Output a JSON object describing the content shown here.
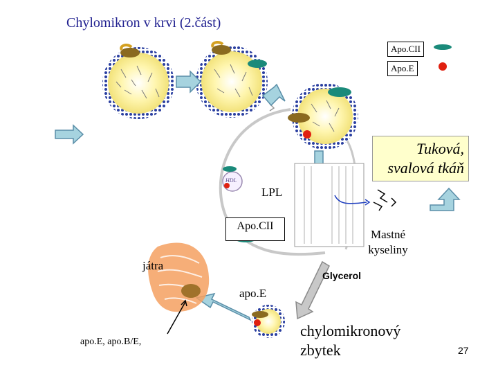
{
  "title": "Chylomikron v krvi (2.část)",
  "legend": {
    "apocii": "Apo.CII",
    "apoe": "Apo.E"
  },
  "labels": {
    "tissue": [
      "Tuková,",
      "svalová tkáň"
    ],
    "lpl": "LPL",
    "apocii_box": "Apo.CII",
    "hdl": "HDL",
    "fatty_acids": [
      "Mastné",
      "kyseliny"
    ],
    "liver": "játra",
    "glycerol": "Glycerol",
    "apoe_lower": "apo.E",
    "receptor": "apo.E, apo.B/E,",
    "remnant": [
      "chylomikronový",
      "zbytek"
    ]
  },
  "page_number": "27",
  "colors": {
    "title": "#1f1f8f",
    "apocii": "#1a8a7a",
    "apoe": "#e02010",
    "arrow_fill": "#a6d3df",
    "arrow_stroke": "#5a8ea8",
    "membrane": "#2a3fa0",
    "core": "#fff08a",
    "liver": "#f4a060",
    "tissue_box": "#ffffcc"
  }
}
